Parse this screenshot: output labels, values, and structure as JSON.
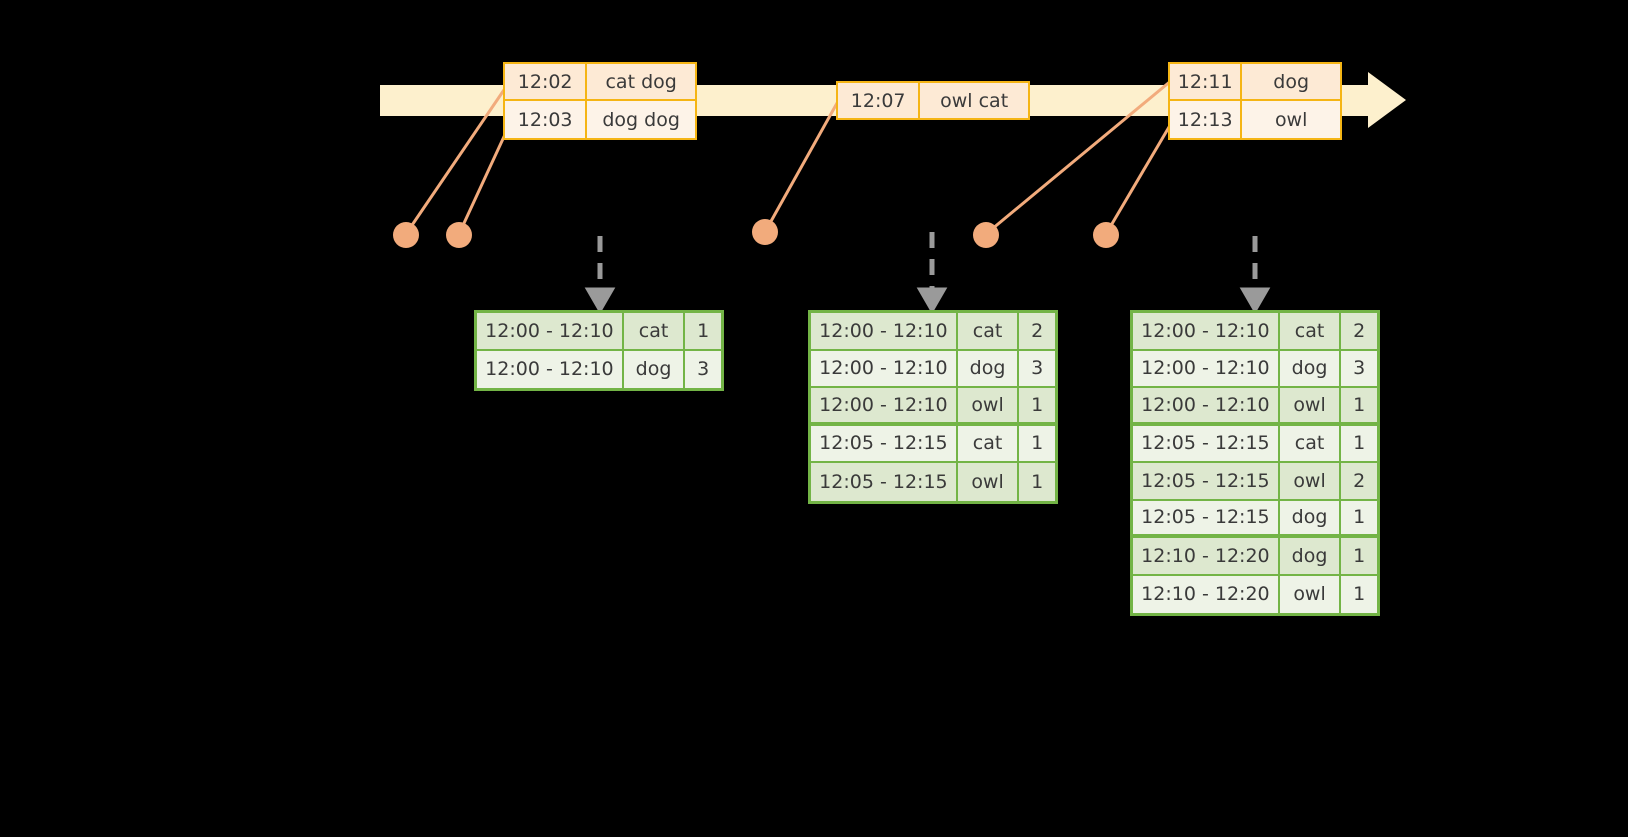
{
  "timeline": {
    "name": "event-stream-timeline",
    "events": [
      {
        "id": "event-group-1",
        "rows": [
          {
            "time": "12:02",
            "words": "cat dog"
          },
          {
            "time": "12:03",
            "words": "dog dog"
          }
        ]
      },
      {
        "id": "event-group-2",
        "rows": [
          {
            "time": "12:07",
            "words": "owl cat"
          }
        ]
      },
      {
        "id": "event-group-3",
        "rows": [
          {
            "time": "12:11",
            "words": "dog"
          },
          {
            "time": "12:13",
            "words": "owl"
          }
        ]
      }
    ]
  },
  "tables": [
    {
      "id": "result-table-1",
      "rows": [
        {
          "window": "12:00 - 12:10",
          "word": "cat",
          "count": "1"
        },
        {
          "window": "12:00 - 12:10",
          "word": "dog",
          "count": "3"
        }
      ]
    },
    {
      "id": "result-table-2",
      "rows": [
        {
          "window": "12:00 - 12:10",
          "word": "cat",
          "count": "2"
        },
        {
          "window": "12:00 - 12:10",
          "word": "dog",
          "count": "3"
        },
        {
          "window": "12:00 - 12:10",
          "word": "owl",
          "count": "1"
        },
        {
          "window": "12:05 - 12:15",
          "word": "cat",
          "count": "1"
        },
        {
          "window": "12:05 - 12:15",
          "word": "owl",
          "count": "1"
        }
      ]
    },
    {
      "id": "result-table-3",
      "rows": [
        {
          "window": "12:00 - 12:10",
          "word": "cat",
          "count": "2"
        },
        {
          "window": "12:00 - 12:10",
          "word": "dog",
          "count": "3"
        },
        {
          "window": "12:00 - 12:10",
          "word": "owl",
          "count": "1"
        },
        {
          "window": "12:05 - 12:15",
          "word": "cat",
          "count": "1"
        },
        {
          "window": "12:05 - 12:15",
          "word": "owl",
          "count": "2"
        },
        {
          "window": "12:05 - 12:15",
          "word": "dog",
          "count": "1"
        },
        {
          "window": "12:10 - 12:20",
          "word": "dog",
          "count": "1"
        },
        {
          "window": "12:10 - 12:20",
          "word": "owl",
          "count": "1"
        }
      ]
    }
  ],
  "colors": {
    "background": "#000000",
    "timeline_bar": "#fdf0cd",
    "event_border": "#f5b515",
    "event_fill": "#fdf3e8",
    "event_fill_alt": "#fdead5",
    "connector": "#f2ab7c",
    "table_border": "#73b446",
    "table_fill": "#eef3e7",
    "table_fill_alt": "#dde8cf",
    "dashed_arrow": "#9a9a9a",
    "text": "#3a3a3a"
  }
}
